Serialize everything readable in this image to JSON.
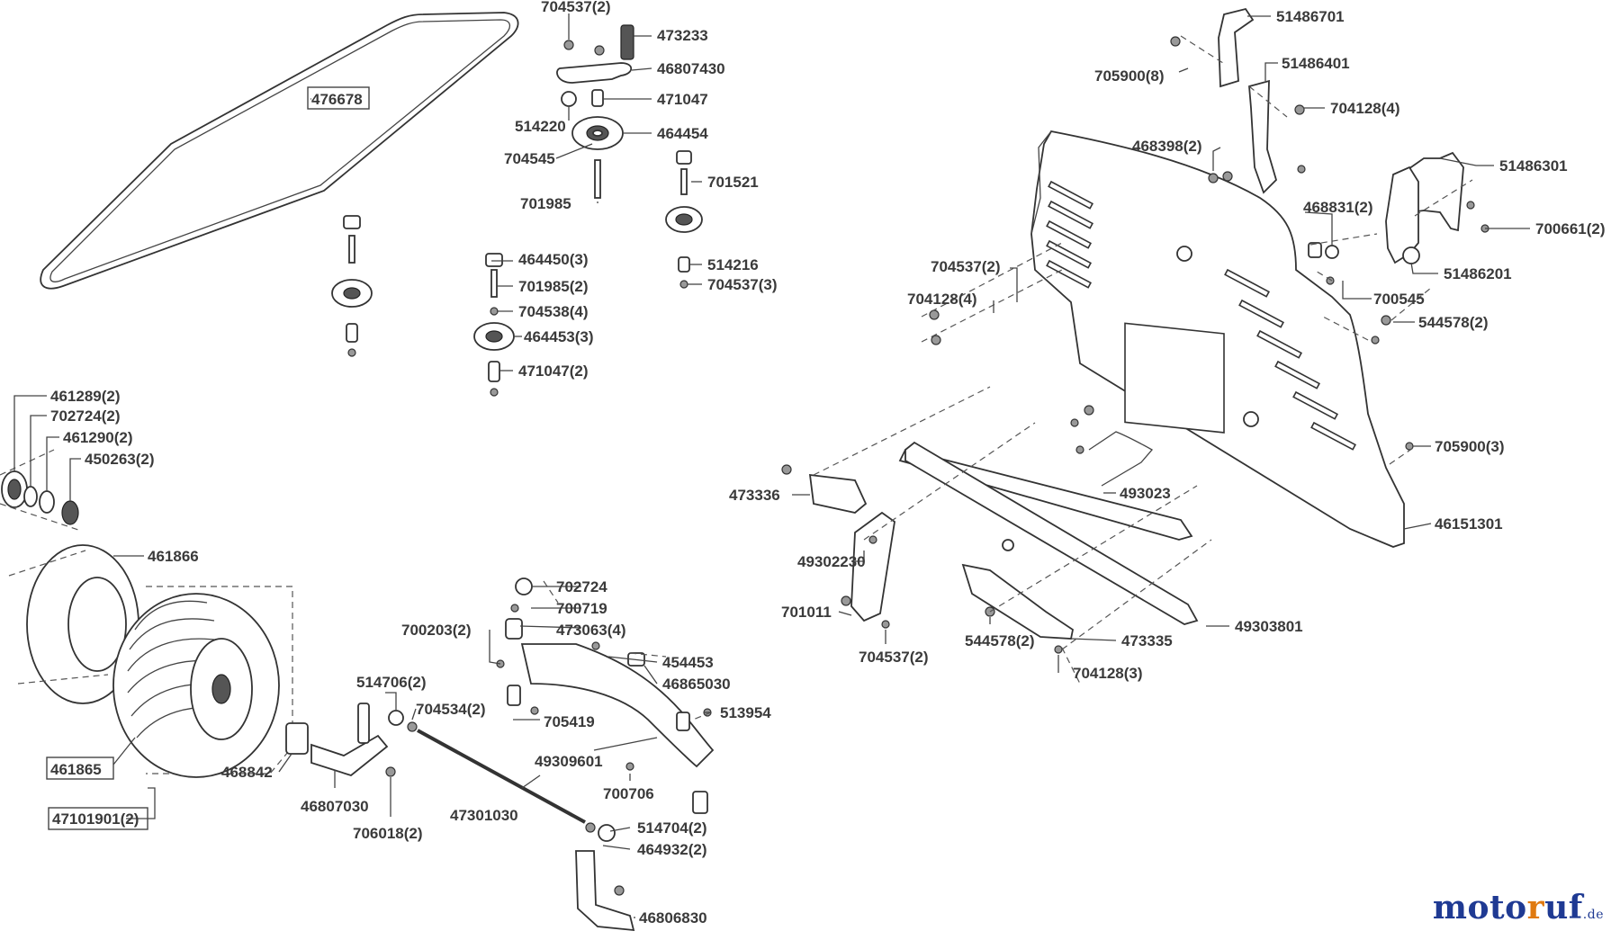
{
  "diagram": {
    "brand": {
      "name_part1": "moto",
      "name_part2": "r",
      "name_part3": "uf",
      "suffix": ".de"
    },
    "labels": {
      "l476678": "476678",
      "l704537_2_top": "704537(2)",
      "l473233": "473233",
      "l46807430": "46807430",
      "l471047": "471047",
      "l514220": "514220",
      "l464454": "464454",
      "l704545": "704545",
      "l701521": "701521",
      "l701985": "701985",
      "l464450_3": "464450(3)",
      "l701985_2": "701985(2)",
      "l704538_4": "704538(4)",
      "l464453_3": "464453(3)",
      "l471047_2": "471047(2)",
      "l514216": "514216",
      "l704537_3": "704537(3)",
      "l461289_2": "461289(2)",
      "l702724_2": "702724(2)",
      "l461290_2": "461290(2)",
      "l450263_2": "450263(2)",
      "l461866": "461866",
      "l461865": "461865",
      "l47101901_2": "47101901(2)",
      "l468842": "468842",
      "l46807030": "46807030",
      "l706018_2": "706018(2)",
      "l514706_2": "514706(2)",
      "l704534_2": "704534(2)",
      "l47301030": "47301030",
      "l514704_2": "514704(2)",
      "l464932_2": "464932(2)",
      "l46806830": "46806830",
      "l702724": "702724",
      "l700719": "700719",
      "l700203_2": "700203(2)",
      "l473063_4": "473063(4)",
      "l454453": "454453",
      "l46865030": "46865030",
      "l705419": "705419",
      "l513954": "513954",
      "l49309601": "49309601",
      "l700706": "700706",
      "l51486701": "51486701",
      "l705900_8": "705900(8)",
      "l51486401": "51486401",
      "l704128_4_top": "704128(4)",
      "l468398_2": "468398(2)",
      "l51486301": "51486301",
      "l468831_2": "468831(2)",
      "l700661_2": "700661(2)",
      "l704537_2_mid": "704537(2)",
      "l51486201": "51486201",
      "l704128_4_left": "704128(4)",
      "l700545": "700545",
      "l544578_2_right": "544578(2)",
      "l705900_3": "705900(3)",
      "l473336": "473336",
      "l493023": "493023",
      "l46151301": "46151301",
      "l49302230": "49302230",
      "l701011": "701011",
      "l704537_2_bot": "704537(2)",
      "l544578_2_bot": "544578(2)",
      "l473335": "473335",
      "l49303801": "49303801",
      "l704128_3": "704128(3)"
    }
  }
}
